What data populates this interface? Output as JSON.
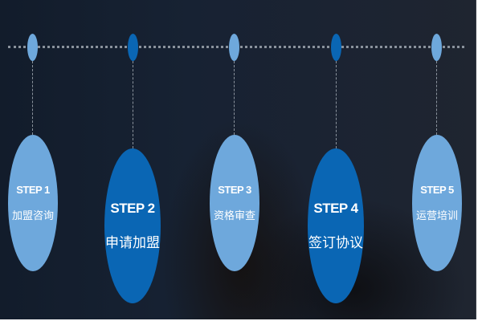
{
  "colors": {
    "light_step": "#6ea8dc",
    "dark_step": "#0a66b4",
    "background": "#172233",
    "dotted_line": "#8a929c"
  },
  "steps": [
    {
      "label": "STEP 1",
      "title": "加盟咨询",
      "style": "light"
    },
    {
      "label": "STEP 2",
      "title": "申请加盟",
      "style": "dark"
    },
    {
      "label": "STEP 3",
      "title": "资格审查",
      "style": "light"
    },
    {
      "label": "STEP 4",
      "title": "签订协议",
      "style": "dark"
    },
    {
      "label": "STEP 5",
      "title": "运营培训",
      "style": "light"
    }
  ]
}
